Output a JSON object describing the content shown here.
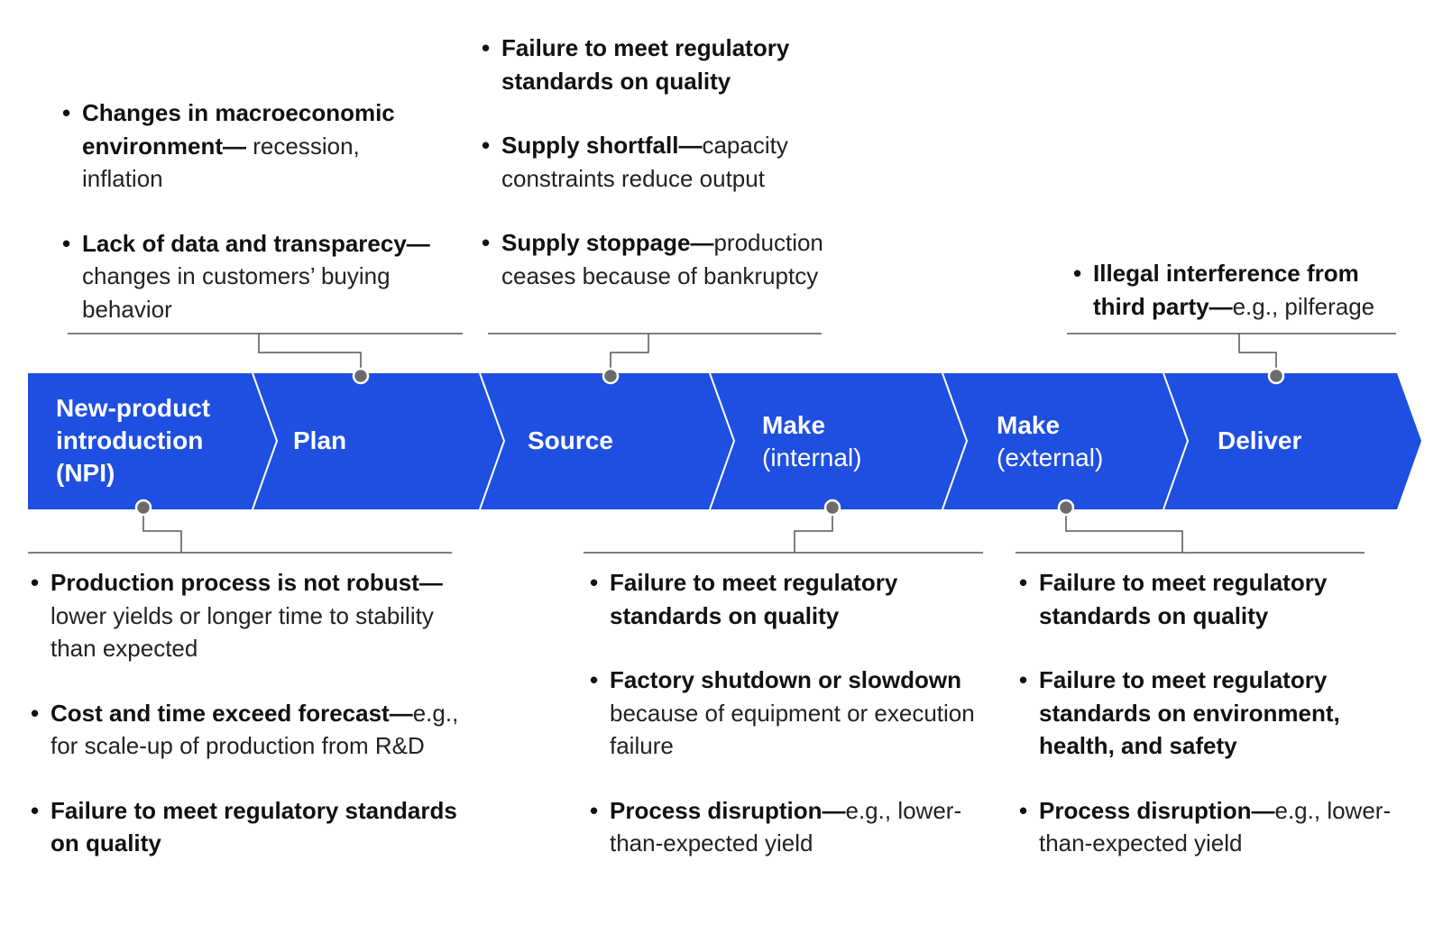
{
  "colors": {
    "chevron": "#1f4fe0",
    "chevron_edge": "#ffffff",
    "connector": "#555555",
    "node": "#6b6b6b"
  },
  "stages": [
    {
      "title": "New-product",
      "title2": "introduction",
      "title3": "(NPI)"
    },
    {
      "title": "Plan"
    },
    {
      "title": "Source"
    },
    {
      "title": "Make",
      "subtitle": "(internal)"
    },
    {
      "title": "Make",
      "subtitle": "(external)"
    },
    {
      "title": "Deliver"
    }
  ],
  "risks": {
    "plan": [
      {
        "bold": "Changes in macroeconomic environment—",
        "detail": " recession, inflation"
      },
      {
        "bold": "Lack of data and transparecy—",
        "detail": "changes in customers’ buying behavior"
      }
    ],
    "source": [
      {
        "bold": "Failure to meet regulatory standards on quality",
        "detail": ""
      },
      {
        "bold": "Supply shortfall—",
        "detail": "capacity constraints reduce output"
      },
      {
        "bold": "Supply stoppage—",
        "detail": "production ceases because of bankruptcy"
      }
    ],
    "deliver": [
      {
        "bold": "Illegal interference from third party—",
        "detail": "e.g., pilferage"
      }
    ],
    "npi": [
      {
        "bold": "Production process is not robust—",
        "detail": "lower yields or longer time to stability than expected"
      },
      {
        "bold": "Cost and time exceed forecast—",
        "detail": "e.g., for scale-up of production from R&D"
      },
      {
        "bold": "Failure to meet regulatory standards on quality",
        "detail": ""
      }
    ],
    "make_internal": [
      {
        "bold": "Failure to meet regulatory standards on quality",
        "detail": ""
      },
      {
        "bold": "Factory shutdown or slowdown",
        "detail": " because of equipment or execution failure"
      },
      {
        "bold": "Process disruption—",
        "detail": "e.g., lower-than-expected yield"
      }
    ],
    "make_external": [
      {
        "bold": "Failure to meet regulatory standards on quality",
        "detail": ""
      },
      {
        "bold": "Failure to meet regulatory standards on environment, health, and safety",
        "detail": ""
      },
      {
        "bold": "Process disruption—",
        "detail": "e.g., lower-than-expected yield"
      }
    ]
  }
}
